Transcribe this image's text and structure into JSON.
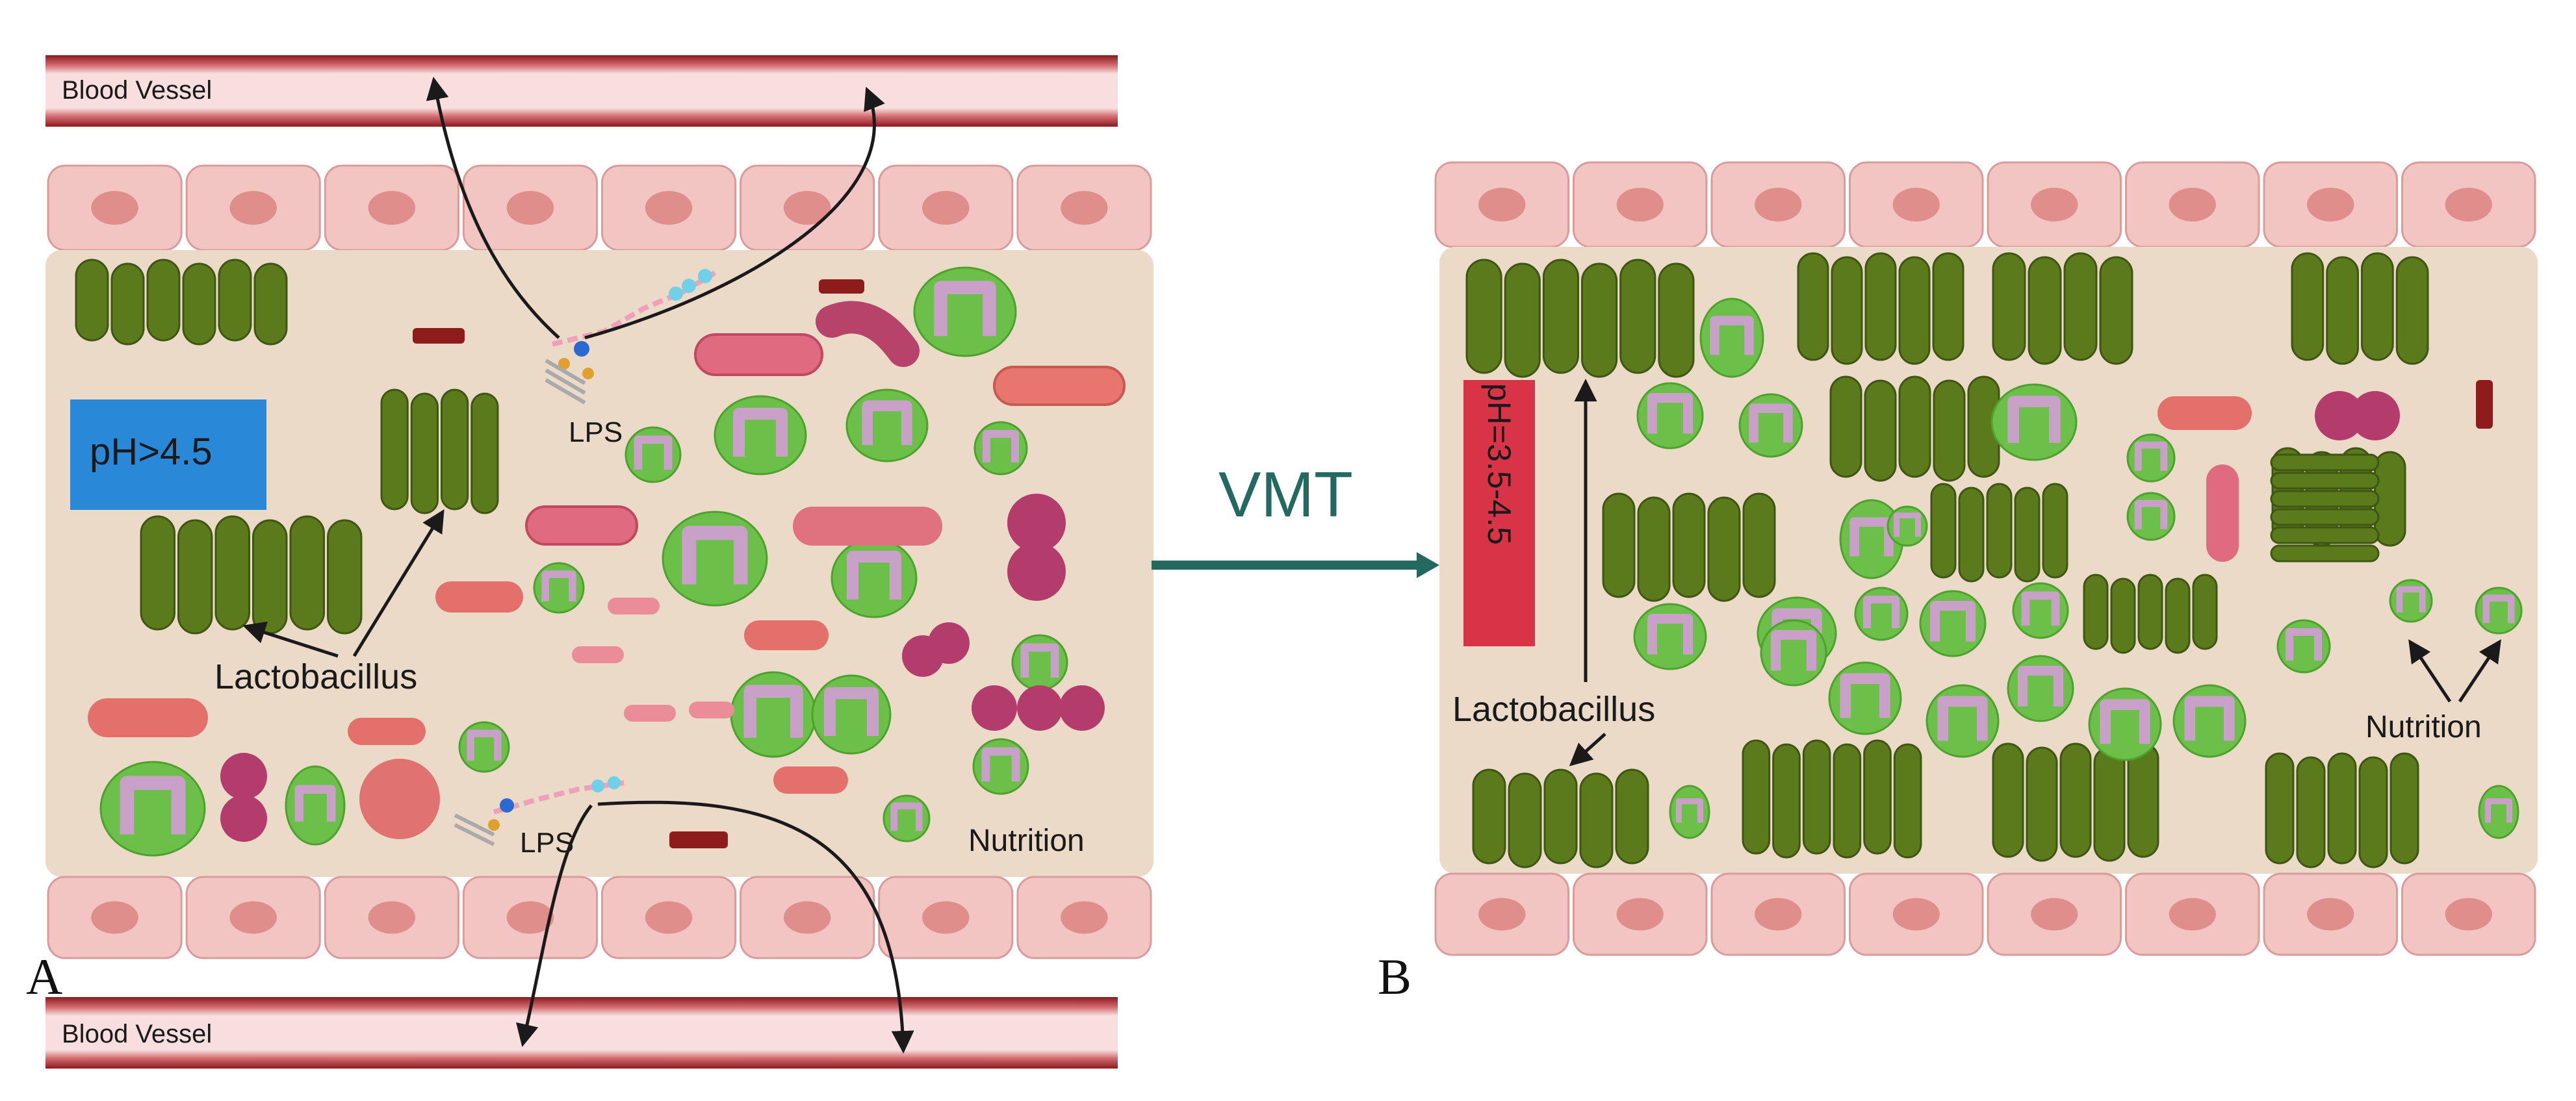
{
  "panel_a": {
    "panel_letter": "A",
    "blood_vessel_top": "Blood Vessel",
    "blood_vessel_bottom": "Blood Vessel",
    "ph_label": "pH>4.5",
    "lps_top": "LPS",
    "lps_bottom": "LPS",
    "lactobacillus": "Lactobacillus",
    "nutrition": "Nutrition"
  },
  "arrow_label": "VMT",
  "panel_b": {
    "panel_letter": "B",
    "ph_label": "pH=3.5-4.5",
    "lactobacillus": "Lactobacillus",
    "nutrition": "Nutrition"
  },
  "colors": {
    "vessel_dark": "#8b1a1e",
    "vessel_light": "#f6d3d3",
    "epithelial_cell": "#f2c4c2",
    "nucleus": "#e08e8b",
    "lumen": "#ecdac8",
    "lactobacillus": "#5b7a1c",
    "nutrition_green": "#6cc04a",
    "nutrition_pink": "#c9a0c8",
    "ph_high_box": "#2a88d8",
    "ph_low_box": "#d93347",
    "vmt_arrow": "#23695f"
  }
}
